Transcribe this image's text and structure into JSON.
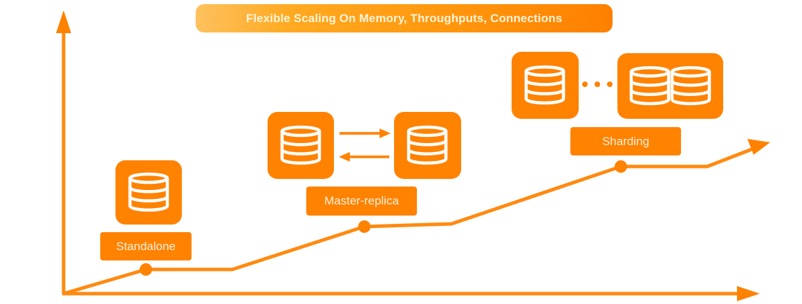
{
  "title": "Flexible Scaling On Memory, Throughputs, Connections",
  "colors": {
    "accent": "#ff8200",
    "line": "#ff8a10",
    "label_text": "#fff1dc",
    "banner_gradient_start": "#fdc15e",
    "banner_gradient_end": "#ff8000"
  },
  "stages": [
    {
      "name": "Standalone",
      "icons": [
        "database-icon"
      ]
    },
    {
      "name": "Master-replica",
      "icons": [
        "database-icon",
        "database-icon"
      ],
      "connector": "bidirectional-arrows"
    },
    {
      "name": "Sharding",
      "icons": [
        "database-icon",
        "database-icon",
        "database-icon"
      ],
      "connector": "ellipsis"
    }
  ],
  "axes": {
    "x_label": "",
    "y_label": ""
  }
}
